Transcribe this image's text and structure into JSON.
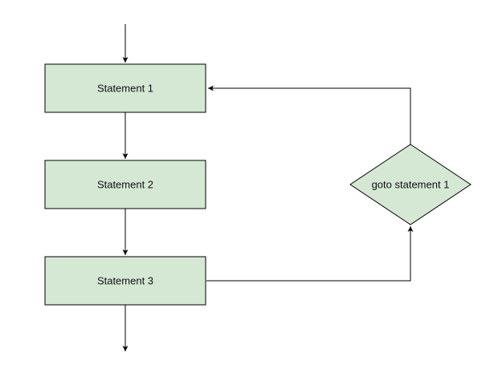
{
  "colors": {
    "node_fill": "#d5e8d4",
    "node_stroke": "#000000",
    "edge_stroke": "#000000",
    "background": "#ffffff"
  },
  "nodes": {
    "statement1": {
      "label": "Statement 1",
      "shape": "rectangle"
    },
    "statement2": {
      "label": "Statement 2",
      "shape": "rectangle"
    },
    "statement3": {
      "label": "Statement 3",
      "shape": "rectangle"
    },
    "goto": {
      "label": "goto statement 1",
      "shape": "diamond"
    }
  },
  "edges": [
    {
      "from": "entry",
      "to": "statement1"
    },
    {
      "from": "statement1",
      "to": "statement2"
    },
    {
      "from": "statement2",
      "to": "statement3"
    },
    {
      "from": "statement3",
      "to": "goto"
    },
    {
      "from": "goto",
      "to": "statement1"
    },
    {
      "from": "statement3",
      "to": "exit"
    }
  ]
}
